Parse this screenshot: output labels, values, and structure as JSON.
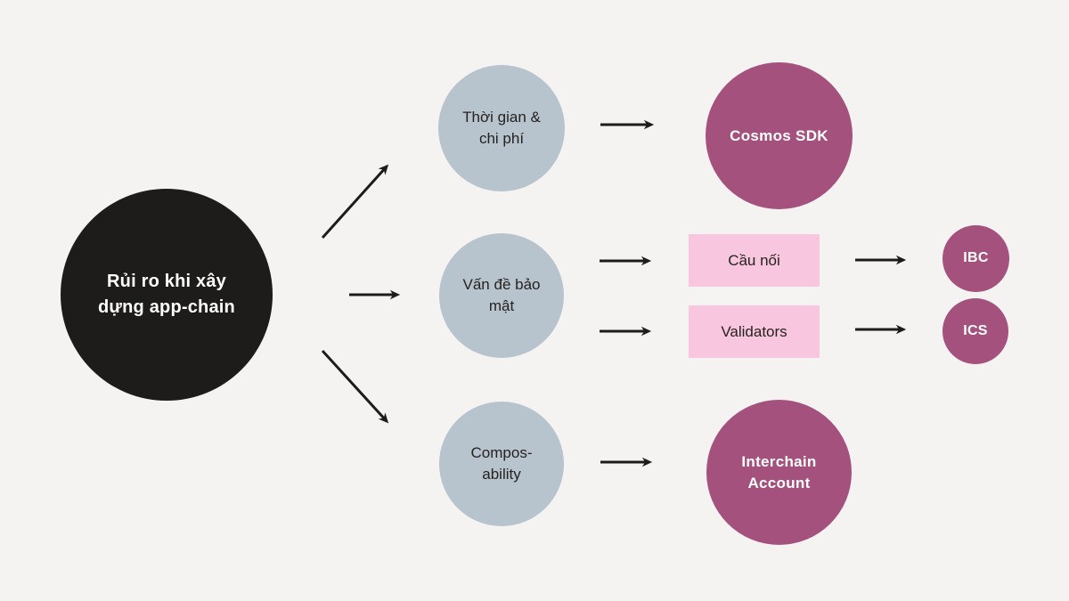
{
  "diagram": {
    "type": "flowchart",
    "background_color": "#f4f3f2",
    "arrow_color": "#1d1c1a",
    "colors": {
      "root_circle": "#1d1c1a",
      "category_circle": "#b7c3cd",
      "outcome_circle": "#a5517d",
      "sub_box": "#f8c6de",
      "dark_text": "#26221f",
      "light_text": "#ffffff"
    },
    "nodes": {
      "root": {
        "label": "Rủi ro khi xây dựng app-chain",
        "shape": "circle",
        "color": "#1d1c1a"
      },
      "time_cost": {
        "label": "Thời gian & chi phí",
        "shape": "circle",
        "color": "#b7c3cd"
      },
      "security": {
        "label": "Vấn đề bảo mật",
        "shape": "circle",
        "color": "#b7c3cd"
      },
      "composability": {
        "label": "Compos-ability",
        "shape": "circle",
        "color": "#b7c3cd"
      },
      "cosmos_sdk": {
        "label": "Cosmos SDK",
        "shape": "circle",
        "color": "#a5517d"
      },
      "bridge": {
        "label": "Cầu nối",
        "shape": "rectangle",
        "color": "#f8c6de"
      },
      "validators": {
        "label": "Validators",
        "shape": "rectangle",
        "color": "#f8c6de"
      },
      "ibc": {
        "label": "IBC",
        "shape": "circle",
        "color": "#a5517d"
      },
      "ics": {
        "label": "ICS",
        "shape": "circle",
        "color": "#a5517d"
      },
      "interchain_account": {
        "label": "Interchain Account",
        "shape": "circle",
        "color": "#a5517d"
      }
    },
    "edges": [
      {
        "from": "root",
        "to": "time_cost"
      },
      {
        "from": "root",
        "to": "security"
      },
      {
        "from": "root",
        "to": "composability"
      },
      {
        "from": "time_cost",
        "to": "cosmos_sdk"
      },
      {
        "from": "security",
        "to": "bridge"
      },
      {
        "from": "security",
        "to": "validators"
      },
      {
        "from": "bridge",
        "to": "ibc"
      },
      {
        "from": "validators",
        "to": "ics"
      },
      {
        "from": "composability",
        "to": "interchain_account"
      }
    ]
  }
}
